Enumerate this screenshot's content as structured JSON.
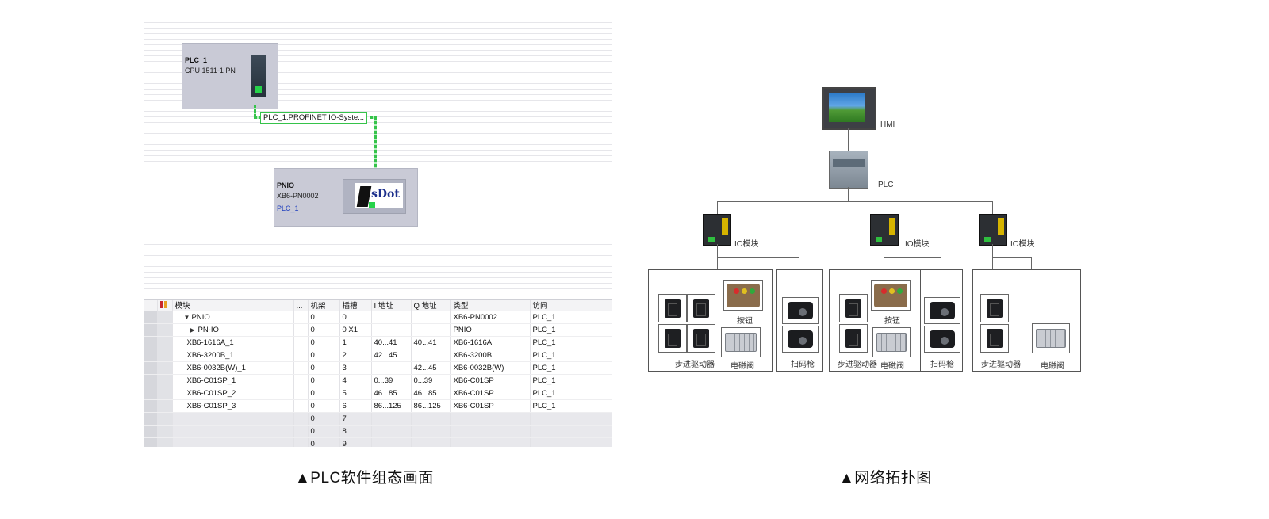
{
  "tia": {
    "plc": {
      "name": "PLC_1",
      "cpu": "CPU 1511-1 PN"
    },
    "io_system_label": "PLC_1.PROFINET IO-Syste...",
    "pnio": {
      "name": "PNIO",
      "model": "XB6-PN0002",
      "link": "PLC_1",
      "logo": "sDot"
    },
    "table": {
      "headers": [
        "模块",
        "...",
        "机架",
        "插槽",
        "I 地址",
        "Q 地址",
        "类型",
        "访问"
      ],
      "rows": [
        {
          "expander": "▼",
          "module": "PNIO",
          "rack": "0",
          "slot": "0",
          "i": "",
          "q": "",
          "type": "XB6-PN0002",
          "access": "PLC_1"
        },
        {
          "expander": "▶",
          "module": "PN-IO",
          "rack": "0",
          "slot": "0 X1",
          "i": "",
          "q": "",
          "type": "PNIO",
          "access": "PLC_1"
        },
        {
          "expander": "",
          "module": "XB6-1616A_1",
          "rack": "0",
          "slot": "1",
          "i": "40...41",
          "q": "40...41",
          "type": "XB6-1616A",
          "access": "PLC_1"
        },
        {
          "expander": "",
          "module": "XB6-3200B_1",
          "rack": "0",
          "slot": "2",
          "i": "42...45",
          "q": "",
          "type": "XB6-3200B",
          "access": "PLC_1"
        },
        {
          "expander": "",
          "module": "XB6-0032B(W)_1",
          "rack": "0",
          "slot": "3",
          "i": "",
          "q": "42...45",
          "type": "XB6-0032B(W)",
          "access": "PLC_1"
        },
        {
          "expander": "",
          "module": "XB6-C01SP_1",
          "rack": "0",
          "slot": "4",
          "i": "0...39",
          "q": "0...39",
          "type": "XB6-C01SP",
          "access": "PLC_1"
        },
        {
          "expander": "",
          "module": "XB6-C01SP_2",
          "rack": "0",
          "slot": "5",
          "i": "46...85",
          "q": "46...85",
          "type": "XB6-C01SP",
          "access": "PLC_1"
        },
        {
          "expander": "",
          "module": "XB6-C01SP_3",
          "rack": "0",
          "slot": "6",
          "i": "86...125",
          "q": "86...125",
          "type": "XB6-C01SP",
          "access": "PLC_1"
        },
        {
          "expander": "",
          "module": "",
          "rack": "0",
          "slot": "7",
          "i": "",
          "q": "",
          "type": "",
          "access": ""
        },
        {
          "expander": "",
          "module": "",
          "rack": "0",
          "slot": "8",
          "i": "",
          "q": "",
          "type": "",
          "access": ""
        },
        {
          "expander": "",
          "module": "",
          "rack": "0",
          "slot": "9",
          "i": "",
          "q": "",
          "type": "",
          "access": ""
        }
      ]
    }
  },
  "topology": {
    "hmi_label": "HMI",
    "plc_label": "PLC",
    "io_label": "IO模块",
    "stepper_label": "步进驱动器",
    "button_label": "按钮",
    "valve_label": "电磁阀",
    "scanner_label": "扫码枪"
  },
  "captions": {
    "left": "▲PLC软件组态画面",
    "right": "▲网络拓扑图"
  },
  "colors": {
    "profinet_green": "#35c34a",
    "device_gray": "#c9cad6",
    "link_blue": "#1f3fbf"
  }
}
